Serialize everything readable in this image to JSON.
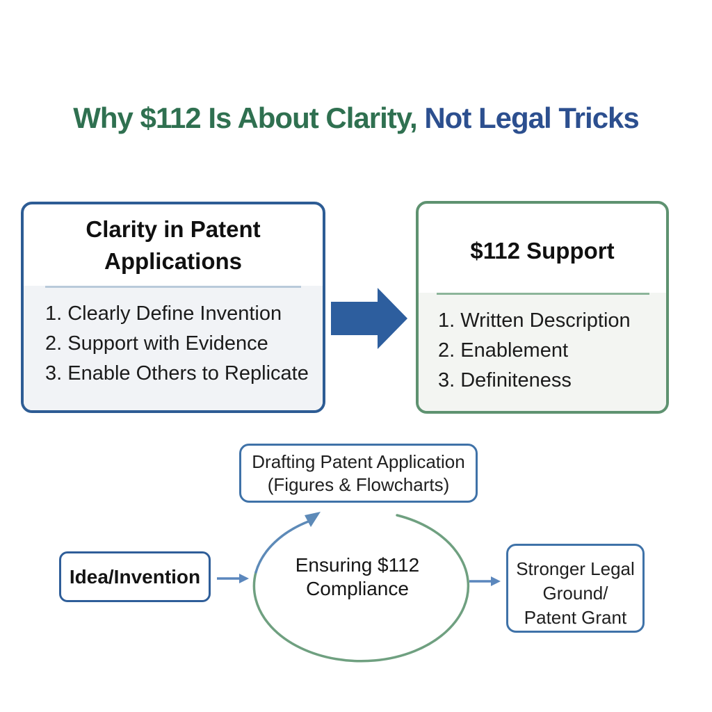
{
  "title": {
    "text_green": "Why $112 Is About Clarity,",
    "text_blue": " Not Legal Tricks",
    "green_color": "#2f7050",
    "blue_color": "#2c4f8f"
  },
  "clarity_card": {
    "title_line1": "Clarity in Patent",
    "title_line2": "Applications",
    "items": [
      "1. Clearly Define Invention",
      "2. Support with Evidence",
      "3. Enable Others to Replicate"
    ],
    "border_color": "#2d5c94",
    "divider_color": "#b9cada"
  },
  "support_card": {
    "title": "$112 Support",
    "items": [
      "1. Written Description",
      "2. Enablement",
      "3. Definiteness"
    ],
    "border_color": "#5e9270",
    "divider_color": "#8cb59a"
  },
  "big_arrow_color": "#2d5e9e",
  "flow": {
    "drafting_box": {
      "line1": "Drafting Patent Application",
      "line2": "(Figures & Flowcharts)"
    },
    "idea_box": {
      "label": "Idea/Invention"
    },
    "cycle_label": {
      "line1": "Ensuring $112",
      "line2": "Compliance"
    },
    "result_box": {
      "line1": "Stronger Legal",
      "line2": "Ground/",
      "line3": "Patent Grant"
    },
    "cycle_arc_blue_color": "#5d8ab8",
    "cycle_arc_green_color": "#6fa080",
    "connector_color": "#5b87bd",
    "box_border_color": "#3f72a8"
  }
}
